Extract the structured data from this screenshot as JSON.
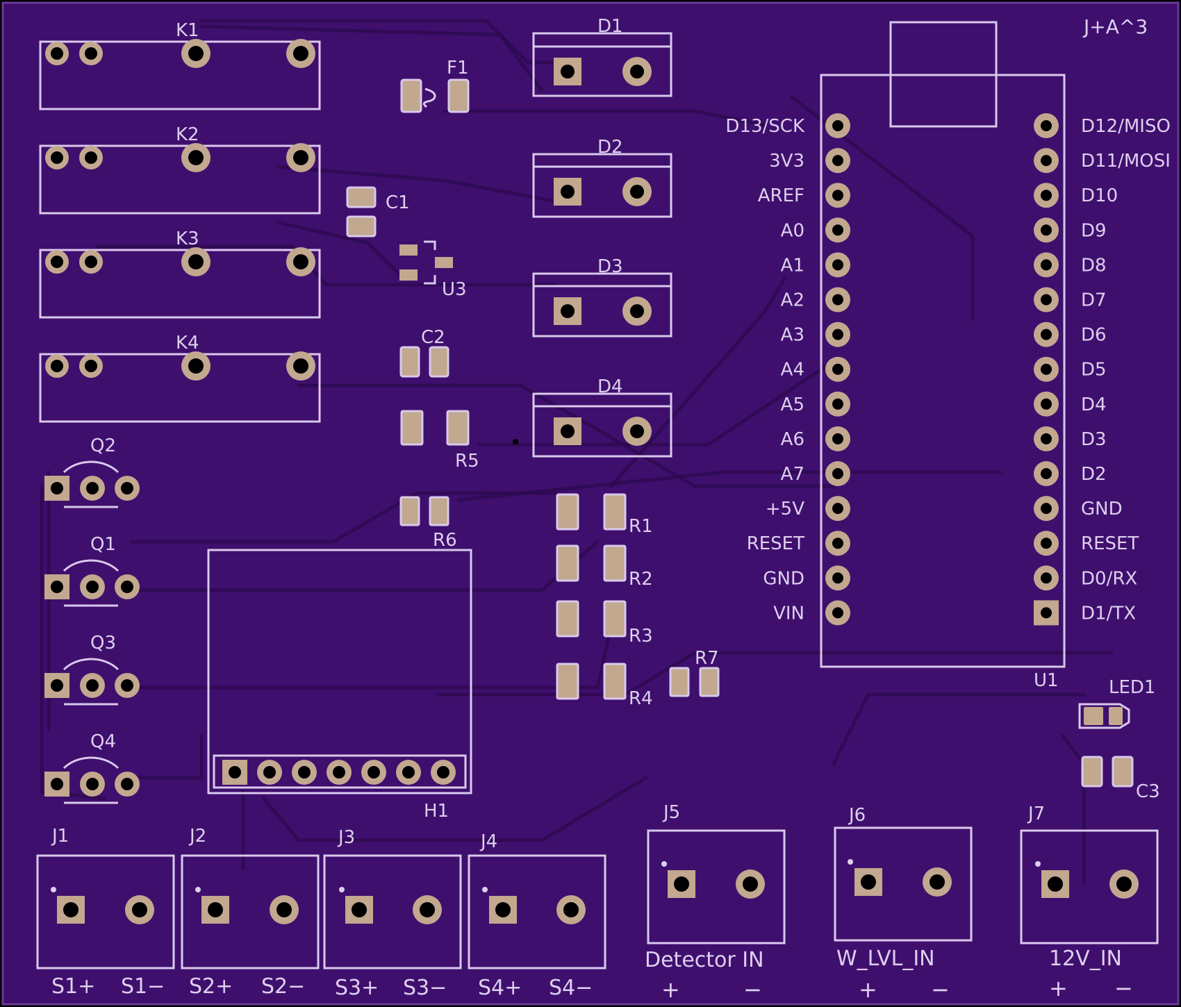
{
  "board_title": "J+A^3",
  "colors": {
    "board": "#3f0f6e",
    "silkscreen": "#ddd0ee",
    "pad": "#c2a88f",
    "hole": "#000000"
  },
  "relays": [
    "K1",
    "K2",
    "K3",
    "K4"
  ],
  "diodes": [
    "D1",
    "D2",
    "D3",
    "D4"
  ],
  "transistors": [
    "Q2",
    "Q1",
    "Q3",
    "Q4"
  ],
  "parts": {
    "fuse": "F1",
    "c1": "C1",
    "c2": "C2",
    "c3": "C3",
    "u3": "U3",
    "u1": "U1",
    "h1": "H1",
    "led": "LED1"
  },
  "resistors": {
    "r1": "R1",
    "r2": "R2",
    "r3": "R3",
    "r4": "R4",
    "r5": "R5",
    "r6": "R6",
    "r7": "R7"
  },
  "u1_left_pins": [
    "D13/SCK",
    "3V3",
    "AREF",
    "A0",
    "A1",
    "A2",
    "A3",
    "A4",
    "A5",
    "A6",
    "A7",
    "+5V",
    "RESET",
    "GND",
    "VIN"
  ],
  "u1_right_pins": [
    "D12/MISO",
    "D11/MOSI",
    "D10",
    "D9",
    "D8",
    "D7",
    "D6",
    "D5",
    "D4",
    "D3",
    "D2",
    "GND",
    "RESET",
    "D0/RX",
    "D1/TX"
  ],
  "solenoid_connectors": [
    {
      "ref": "J1",
      "plus": "S1+",
      "minus": "S1−"
    },
    {
      "ref": "J2",
      "plus": "S2+",
      "minus": "S2−"
    },
    {
      "ref": "J3",
      "plus": "S3+",
      "minus": "S3−"
    },
    {
      "ref": "J4",
      "plus": "S4+",
      "minus": "S4−"
    }
  ],
  "input_connectors": [
    {
      "ref": "J5",
      "label": "Detector IN",
      "plus": "+",
      "minus": "−"
    },
    {
      "ref": "J6",
      "label": "W_LVL_IN",
      "plus": "+",
      "minus": "−"
    },
    {
      "ref": "J7",
      "label": "12V_IN",
      "plus": "+",
      "minus": "−"
    }
  ]
}
